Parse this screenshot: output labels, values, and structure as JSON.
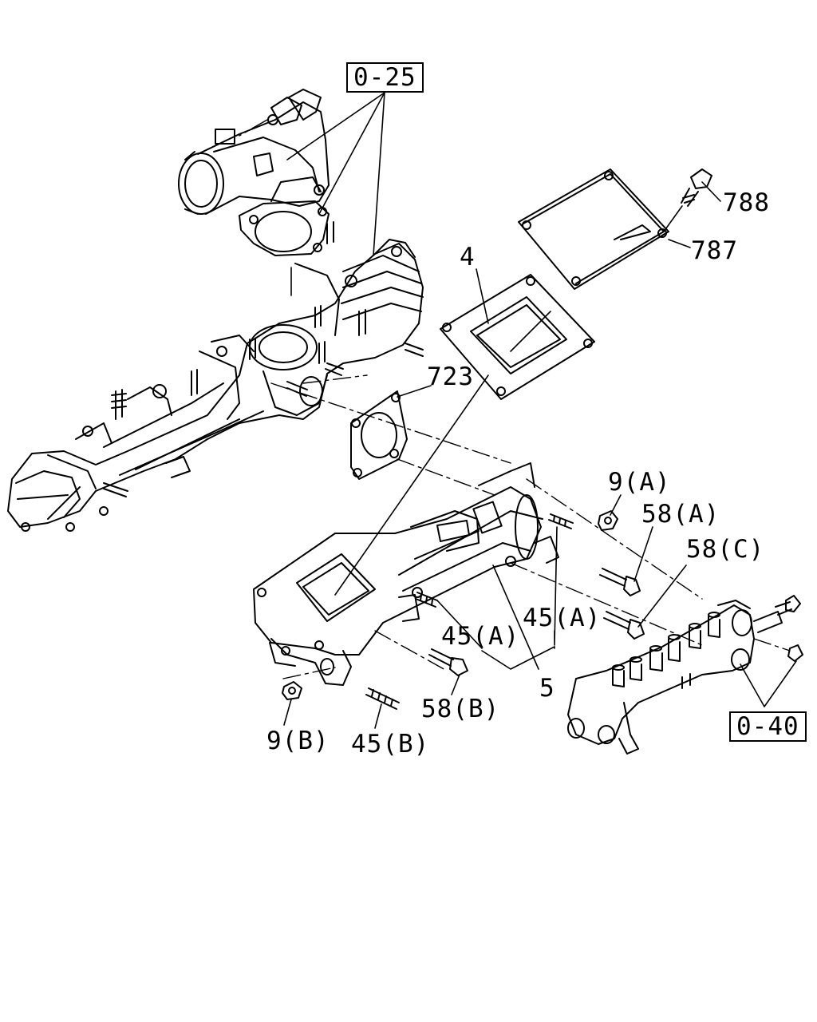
{
  "callouts": {
    "ref_0_25": "0-25",
    "ref_0_40": "0-40",
    "p788": "788",
    "p787": "787",
    "p4": "4",
    "p723": "723",
    "p9a": "9(A)",
    "p58a": "58(A)",
    "p58c": "58(C)",
    "p45a_upper": "45(A)",
    "p45a_lower": "45(A)",
    "p5": "5",
    "p58b": "58(B)",
    "p9b": "9(B)",
    "p45b": "45(B)"
  }
}
